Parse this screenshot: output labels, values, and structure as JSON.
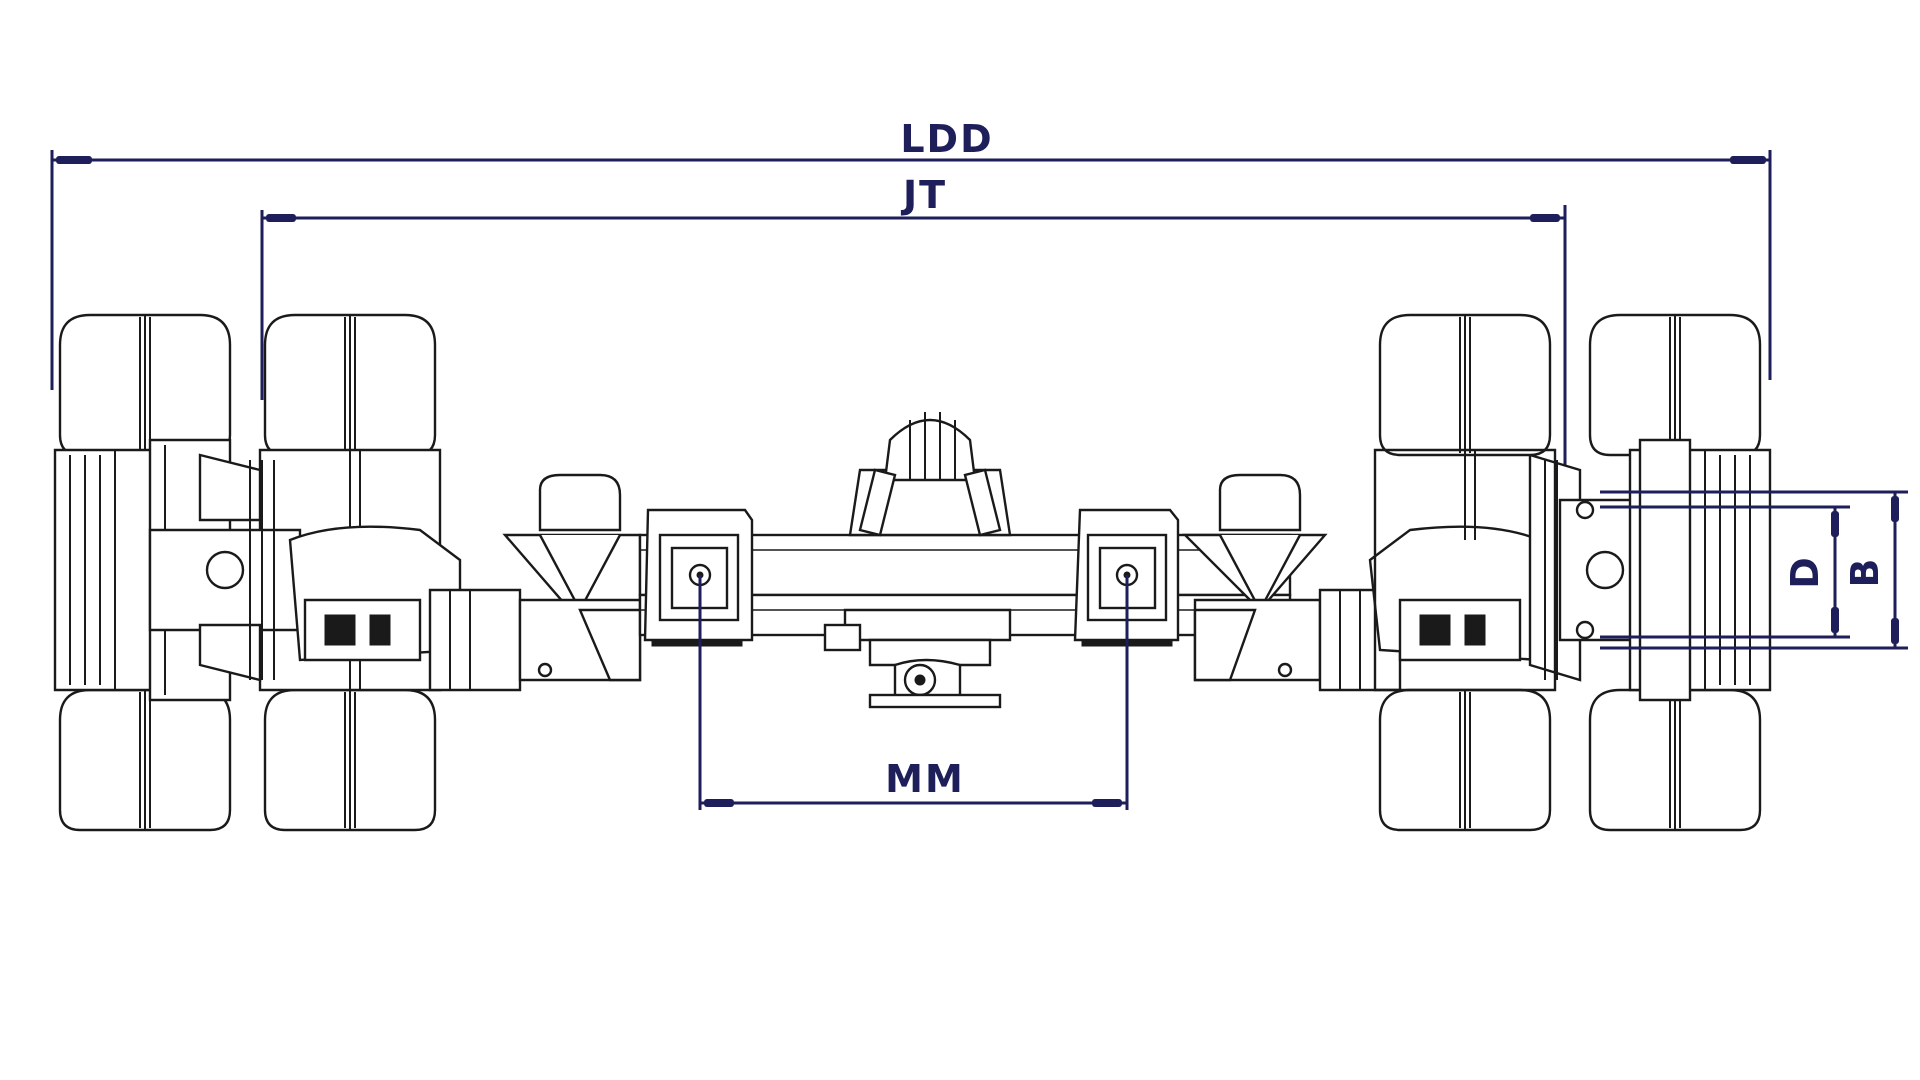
{
  "diagram": {
    "dimension_labels": {
      "ldd": "LDD",
      "jt": "JT",
      "mm": "MM",
      "d": "D",
      "b": "B"
    },
    "colors": {
      "dimension": "#1d1e5a",
      "drawing": "#1a1a1a",
      "background": "#ffffff"
    }
  }
}
